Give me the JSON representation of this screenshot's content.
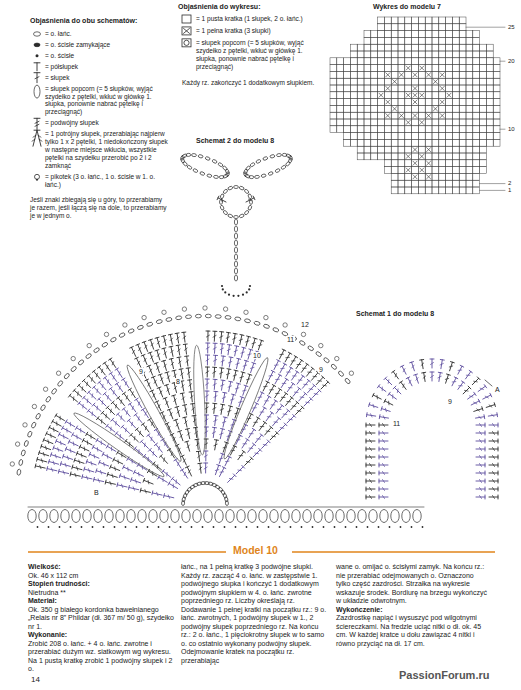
{
  "diagram": {
    "labels": [
      "Objaśnienia do obu schematów:",
      "= o. łańc.",
      "= o. ścisłe zamykające",
      "= o. ścisłe",
      "= półsłupek",
      "= słupek",
      "= słupek popcorn (= 5 słupków, wyjąć szydełko z pętelki, wkłuć w główkę 1. słupka, ponownie nabrać pętelkę i przeciągnąć)",
      "= podwójny słupek",
      "= 1 potrójny słupek, przerabiając najpierw tylko 1 x 2 pętelki, 1 niedokończony słupek w następne miejsce wkłucia, wszystkie pętelki na szydełku przerobić po 2 i 2 zamknąć",
      "= pikotek (3 o. łańc., 1 o. ścisłe w 1. o. łańc.)",
      "Jeśli znaki zbiegają się u góry, to przerabiamy je razem, jeśli łączą się na dole, to przerabiamy je w jednym o.",
      "Objaśnienia do wykresu:",
      "= 1 pusta kratka (1 słupek, 2 o. łańc.)",
      "= 1 pełna kratka (3 słupki)",
      "= słupek popcorn (= 5 słupków, wyjąć szydełko z pętelki, wkłuć w główkę 1. słupka, ponownie nabrać pętelkę i przeciągnąć)",
      "Każdy rz. zakończyć 1 dodatkowym słupkiem.",
      "Wykres do modelu 7",
      "25",
      "20",
      "10",
      "2",
      "1",
      "Schemat 2 do modelu 8",
      "Schemat 1 do modelu 8",
      "12",
      "11",
      "10",
      "9",
      "9",
      "8",
      "A",
      "B",
      "11",
      "9",
      "Model 10",
      "Wielkość:",
      "Ok. 46 x 112 cm",
      "Stopień trudności:",
      "Nietrudna **",
      "Materiał:",
      "Ok. 350 g białego kordonka bawełnianego „Relais nr 8” Phildar (dł. 367 m/ 50 g), szydełko nr 1.",
      "Wykonanie:",
      "Zrobić 208 o. łańc. + 4 o. łańc. zwrotne i przerabiać dużym wz. siatkowym wg wykresu. Na 1 pustą kratkę zrobić 1 podwójny słupek i 2 o.",
      "łańc., na 1 pełną kratkę 3 podwójne słupki. Każdy rz. zacząć 4 o. łańc. w zastępstwie 1. podwójnego słupka i kończyć 1 dodatkowym podwójnym słupkiem w 4. o. łańc. zwrotne poprzedniego rz. Liczby określają rz. Dodawanie 1 pełnej kratki na początku rz.: 9 o. łańc. zwrotnych, 1 podwójny słupek w 1., 2 podwójny słupek poprzedniego rz. Na końcu rz.: 2 o. łańc., 1 pięciokrotny słupek w to samo o. co ostatnio wykonany podwójny słupek. Odejmowanie kratek na początku rz. przerabiając",
      "wane o. omijać o. ścisłymi zamyk. Na końcu rz.: nie przerabiać odejmowanych o. Oznaczono tylko część zazdrości. Strzałka na wykresie wskazuje środek. Bordiurę na brzegu wykończyć w układzie odwrotnym.",
      "Wykończenie:",
      "Zazdrostkę napiąć i wysuszyć pod wilgotnymi ściereczkami. Na fredzle uciąć nitki o dł. ok. 45 cm. W każdej kratce u dołu zawiązać 4 nitki i równo przyciąć na dł. 17 cm.",
      "14",
      "PassionForum.ru"
    ]
  }
}
